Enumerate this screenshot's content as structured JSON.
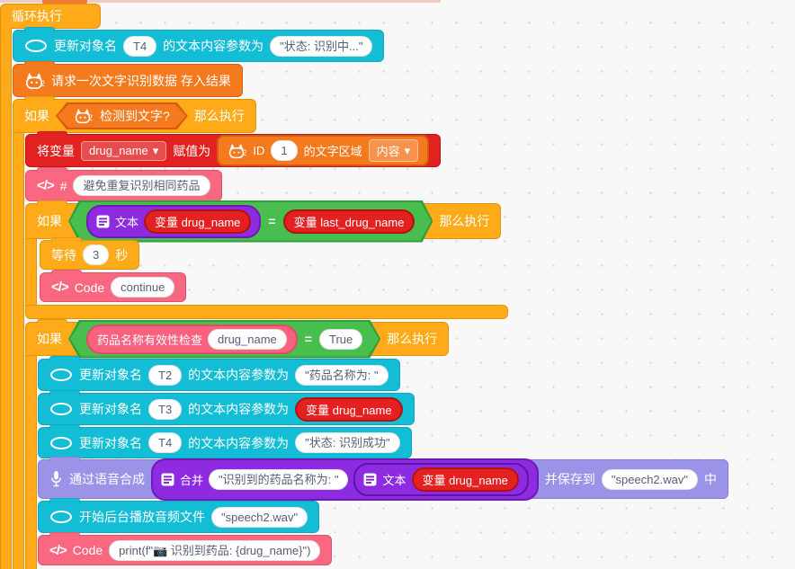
{
  "app": {
    "name": "block-editor-workspace"
  },
  "colors": {
    "control_orange": "#FFAB19",
    "husky_orange": "#F5791D",
    "display_cyan": "#14BDD6",
    "variable_red": "#E32121",
    "code_pink": "#F96880",
    "operator_green": "#47BE4E",
    "text_purple": "#8E2BE0",
    "speech_lavender": "#9A93E8"
  },
  "ui": {
    "dropdown_caret": "▾",
    "code_icon": "</>"
  },
  "blocks": {
    "loop": {
      "label": "循环执行"
    },
    "update_t4_busy": {
      "verb": "更新对象名",
      "obj": "T4",
      "mid": "的文本内容参数为",
      "value": "\"状态: 识别中...\""
    },
    "request_ocr": {
      "label": "请求一次文字识别数据 存入结果"
    },
    "if_text_detected": {
      "kw_if": "如果",
      "cond": "检测到文字?",
      "kw_then": "那么执行"
    },
    "set_var": {
      "kw": "将变量",
      "var": "drug_name",
      "kw2": "赋值为",
      "id_label": "ID",
      "id_value": "1",
      "suffix": "的文字区域",
      "field": "内容"
    },
    "comment": {
      "hash": "#",
      "text": "避免重复识别相同药品"
    },
    "if_same_name": {
      "kw_if": "如果",
      "text_label": "文本",
      "left": "变量 drug_name",
      "op": "=",
      "right": "变量 last_drug_name",
      "kw_then": "那么执行"
    },
    "wait": {
      "kw": "等待",
      "seconds": "3",
      "unit": "秒"
    },
    "code_continue": {
      "label": "Code",
      "code": "continue"
    },
    "if_valid_name": {
      "kw_if": "如果",
      "func": "药品名称有效性检查",
      "arg": "drug_name",
      "op": "=",
      "value": "True",
      "kw_then": "那么执行"
    },
    "update_t2": {
      "verb": "更新对象名",
      "obj": "T2",
      "mid": "的文本内容参数为",
      "value": "\"药品名称为: \""
    },
    "update_t3": {
      "verb": "更新对象名",
      "obj": "T3",
      "mid": "的文本内容参数为",
      "value": "变量 drug_name"
    },
    "update_t4_ok": {
      "verb": "更新对象名",
      "obj": "T4",
      "mid": "的文本内容参数为",
      "value": "\"状态: 识别成功\""
    },
    "speech": {
      "verb": "通过语音合成",
      "join": "合并",
      "text1": "\"识别到的药品名称为: \"",
      "text_label": "文本",
      "var": "变量 drug_name",
      "kw_save": "并保存到",
      "file": "\"speech2.wav\"",
      "kw_in": "中"
    },
    "play_audio": {
      "label": "开始后台播放音频文件",
      "file": "\"speech2.wav\""
    },
    "code_print": {
      "label": "Code",
      "code": "print(f\"📷 识别到药品: {drug_name}\")"
    }
  }
}
